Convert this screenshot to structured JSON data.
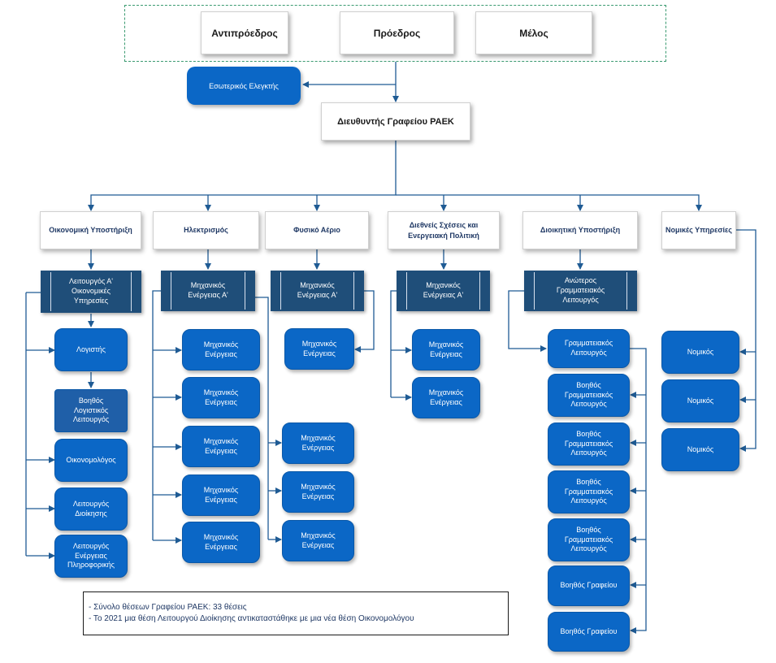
{
  "board": {
    "vice_president": "Αντιπρόεδρος",
    "president": "Πρόεδρος",
    "member": "Μέλος"
  },
  "internal_auditor": "Εσωτερικός Ελεγκτής",
  "director": "Διευθυντής Γραφείου ΡΑΕΚ",
  "departments": {
    "finance": {
      "title": "Οικονομική Υποστήριξη",
      "head": "Λειτουργός Α'\nΟικονομικές\nΥπηρεσίες",
      "staff": [
        "Λογιστής",
        "Βοηθός\nΛογιστικός\nΛειτουργός",
        "Οικονομολόγος",
        "Λειτουργός\nΔιοίκησης",
        "Λειτουργός\nΕνέργειας\nΠληροφορικής"
      ]
    },
    "electricity": {
      "title": "Ηλεκτρισμός",
      "head": "Μηχανικός\nΕνέργειας Α'",
      "staff": [
        "Μηχανικός\nΕνέργειας",
        "Μηχανικός\nΕνέργειας",
        "Μηχανικός\nΕνέργειας",
        "Μηχανικός\nΕνέργειας",
        "Μηχανικός\nΕνέργειας",
        "Μηχανικός\nΕνέργειας",
        "Μηχανικός\nΕνέργειας",
        "Μηχανικός\nΕνέργειας"
      ]
    },
    "gas": {
      "title": "Φυσικό Αέριο",
      "head": "Μηχανικός\nΕνέργειας Α'",
      "staff": [
        "Μηχανικός\nΕνέργειας"
      ]
    },
    "intl": {
      "title": "Διεθνείς Σχέσεις και\nΕνεργειακή Πολιτική",
      "head": "Μηχανικός\nΕνέργειας Α'",
      "staff": [
        "Μηχανικός\nΕνέργειας",
        "Μηχανικός\nΕνέργειας"
      ]
    },
    "admin": {
      "title": "Διοικητική Υποστήριξη",
      "head": "Ανώτερος\nΓραμματειακός\nΛειτουργός",
      "staff": [
        "Γραμματειακός\nΛειτουργός",
        "Βοηθός\nΓραμματειακός\nΛειτουργός",
        "Βοηθός\nΓραμματειακός\nΛειτουργός",
        "Βοηθός\nΓραμματειακός\nΛειτουργός",
        "Βοηθός\nΓραμματειακός\nΛειτουργός",
        "Βοηθός Γραφείου",
        "Βοηθός Γραφείου"
      ]
    },
    "legal": {
      "title": "Νομικές Υπηρεσίες",
      "staff": [
        "Νομικός",
        "Νομικός",
        "Νομικός"
      ]
    }
  },
  "notes": [
    "- Σύνολο θέσεων Γραφείου ΡΑΕΚ: 33 θέσεις",
    "- Το 2021 μια θέση Λειτουργού Διοίκησης αντικαταστάθηκε με μια νέα θέση Οικονομολόγου"
  ],
  "colors": {
    "accent": "#0b67c6",
    "head_fill": "#1f4e79",
    "line": "#1f5b94",
    "frame": "#3a9a70"
  }
}
